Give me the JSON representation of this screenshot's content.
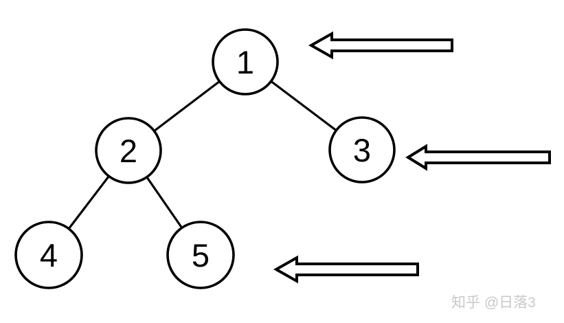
{
  "diagram": {
    "type": "binary-tree",
    "nodes": [
      {
        "id": "1",
        "label": "1",
        "level": 0
      },
      {
        "id": "2",
        "label": "2",
        "level": 1
      },
      {
        "id": "3",
        "label": "3",
        "level": 1
      },
      {
        "id": "4",
        "label": "4",
        "level": 2
      },
      {
        "id": "5",
        "label": "5",
        "level": 2
      }
    ],
    "edges": [
      {
        "from": "1",
        "to": "2"
      },
      {
        "from": "1",
        "to": "3"
      },
      {
        "from": "2",
        "to": "4"
      },
      {
        "from": "2",
        "to": "5"
      }
    ],
    "arrows": [
      {
        "id": "top",
        "direction": "left",
        "points_to_level": 0
      },
      {
        "id": "middle",
        "direction": "left",
        "points_to_level": 1
      },
      {
        "id": "bottom",
        "direction": "left",
        "points_to_level": 2
      }
    ]
  },
  "watermark": "知乎 @日落3",
  "colors": {
    "stroke": "#000000",
    "node_fill": "#ffffff",
    "background": "#ffffff",
    "watermark_color": "#c9c9c9"
  }
}
